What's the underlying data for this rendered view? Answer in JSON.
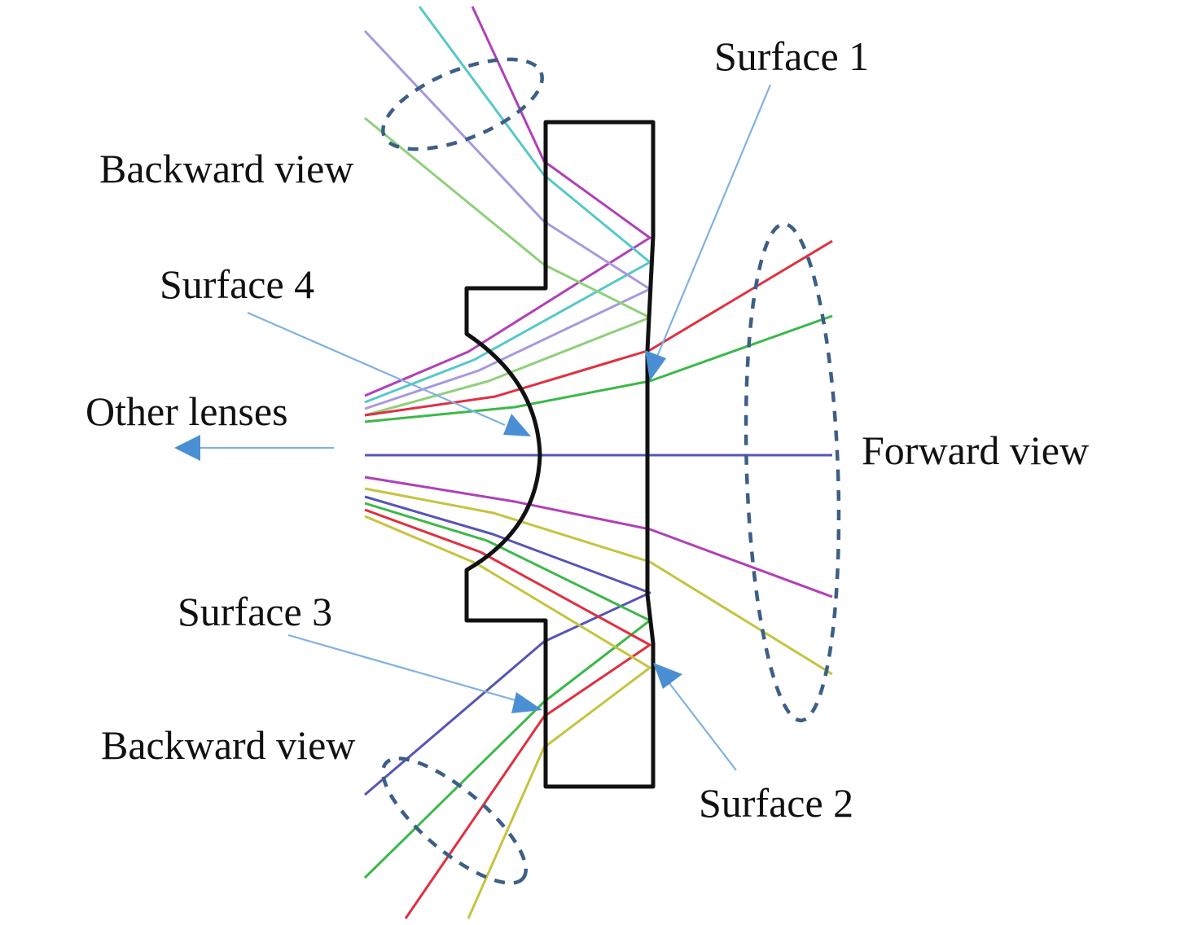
{
  "labels": {
    "surface1": "Surface 1",
    "surface2": "Surface 2",
    "surface3": "Surface 3",
    "surface4": "Surface 4",
    "backward_top": "Backward view",
    "backward_bottom": "Backward view",
    "other_lenses": "Other lenses",
    "forward": "Forward view"
  },
  "colors": {
    "lens_outline": "#111111",
    "pointer_line": "#7fb2e0",
    "arrow_head": "#4a8fd4",
    "fov_dash": "#3d5f86",
    "ray_magenta": "#b040b8",
    "ray_cyan": "#56c8c8",
    "ray_lavender": "#a898de",
    "ray_lightgreen": "#8ed07a",
    "ray_red": "#e03040",
    "ray_green": "#3cb84a",
    "ray_blue": "#5555b8",
    "ray_olive": "#c4c440"
  }
}
